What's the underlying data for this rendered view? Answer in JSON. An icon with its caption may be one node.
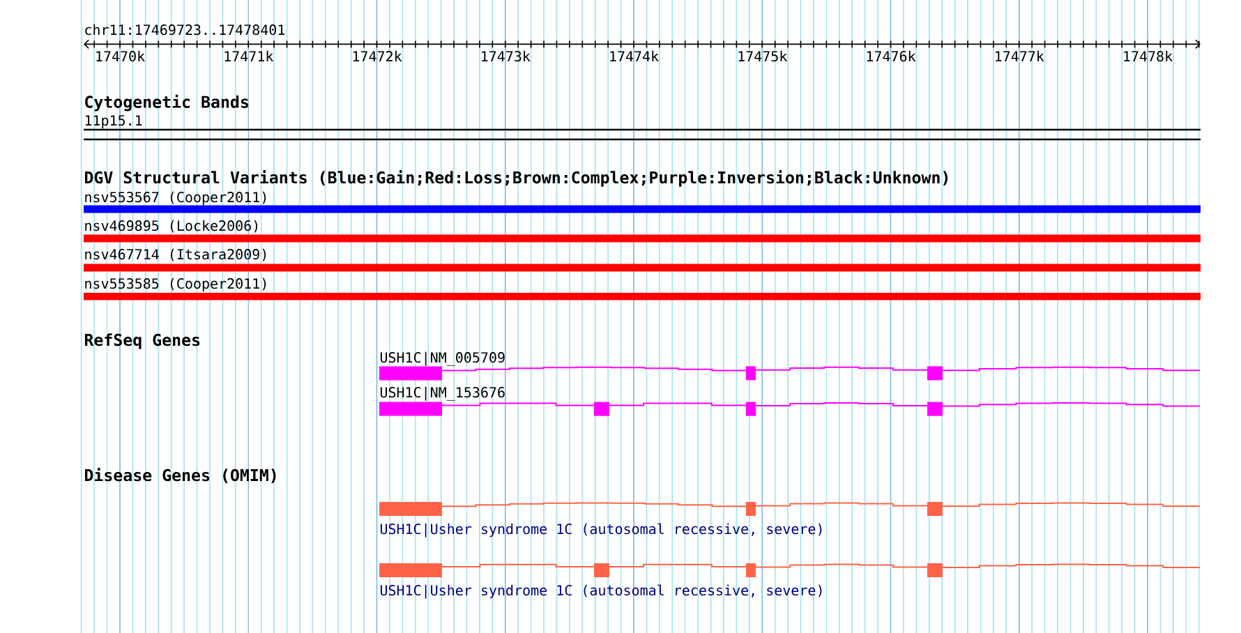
{
  "diagram": {
    "nodes": [
      {
        "text": [
          "11p15.1"
        ]
      },
      {
        "text": [
          "nsv553567 (Cooper2011)"
        ]
      },
      {
        "text": [
          "nsv469895 (Locke2006)"
        ]
      },
      {
        "text": [
          "nsv467714 (Itsara2009)"
        ]
      },
      {
        "text": [
          "nsv553585 (Cooper2011)"
        ]
      },
      {
        "text": [
          "USH1C|NM_005709"
        ]
      },
      {
        "text": [
          "USH1C|NM_153676"
        ]
      },
      {
        "text": [
          "USH1C|Usher syndrome 1C (autosomal recessive, severe)"
        ]
      },
      {
        "text": [
          "USH1C|Usher syndrome 1C (autosomal recessive, severe)"
        ]
      }
    ],
    "labels": [
      "chr11:17469723..17478401",
      "17470k",
      "17471k",
      "17472k",
      "17473k",
      "17474k",
      "17475k",
      "17476k",
      "17477k",
      "17478k",
      "Cytogenetic Bands",
      "DGV Structural Variants (Blue:Gain;Red:Loss;Brown:Complex;Purple:Inversion;Black:Unknown)",
      "RefSeq Genes",
      "Disease Genes (OMIM)"
    ]
  }
}
